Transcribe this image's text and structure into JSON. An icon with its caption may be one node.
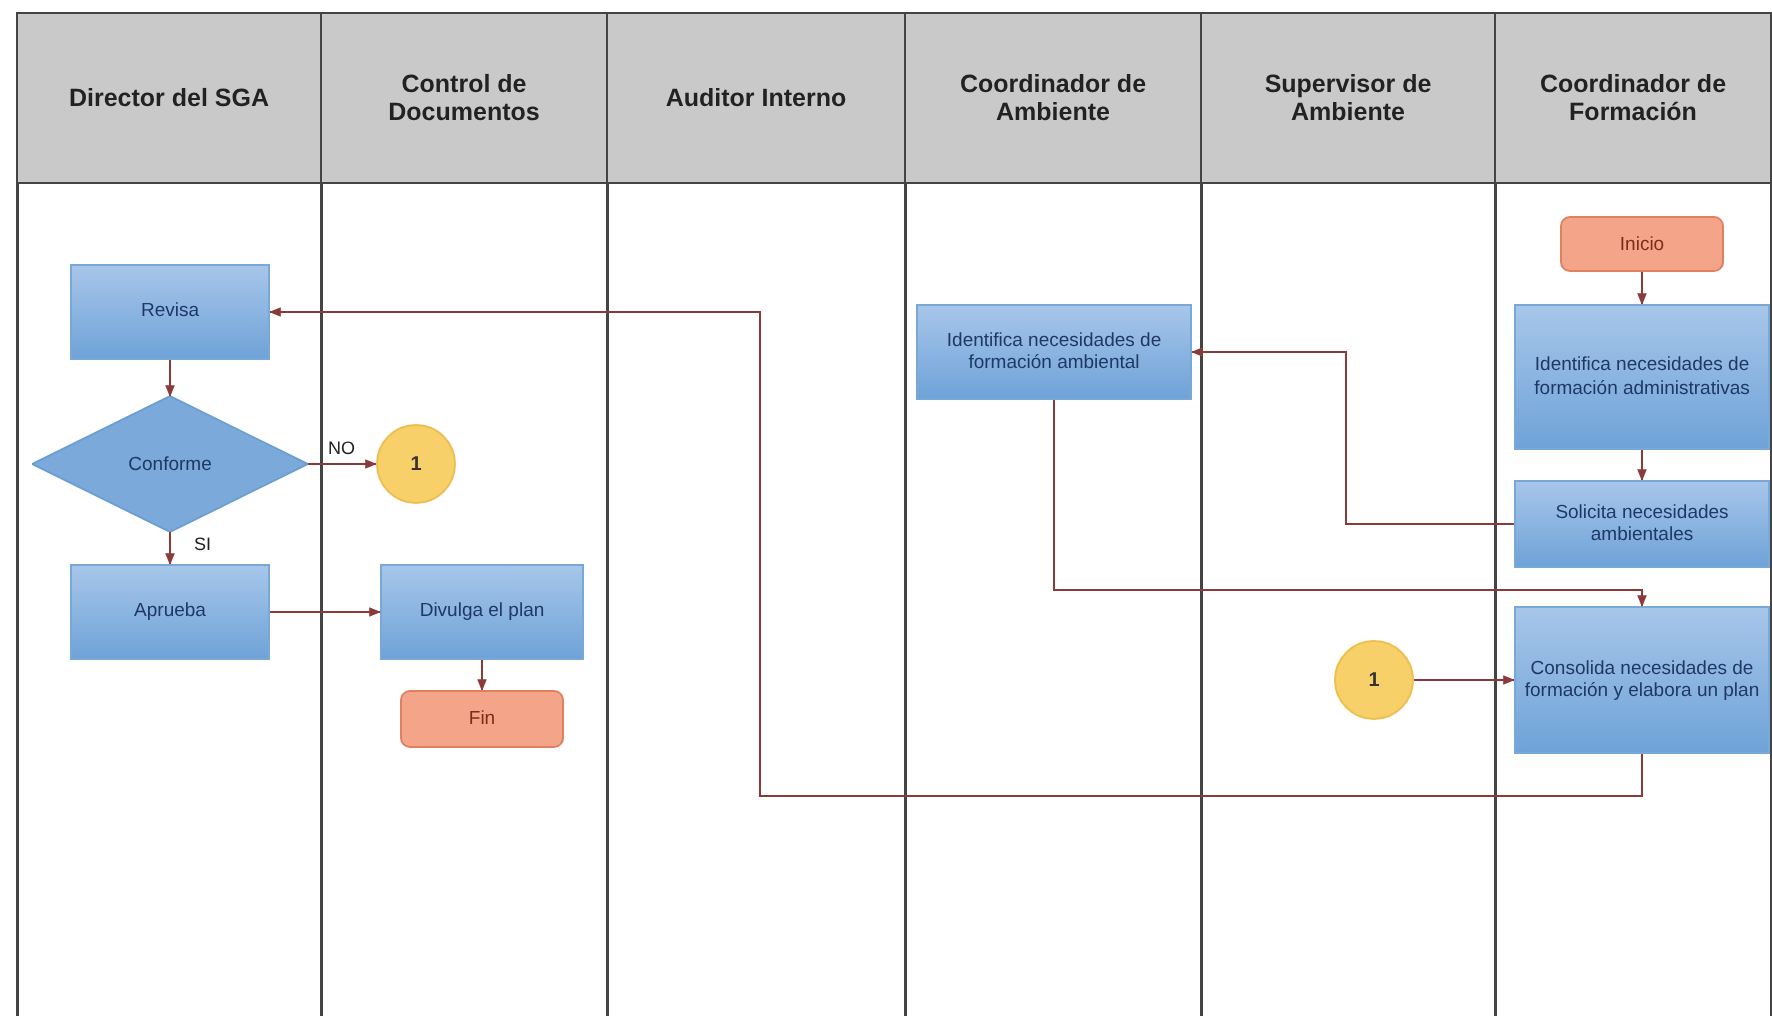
{
  "diagram": {
    "nodes": [
      {
        "text": [
          "Director del SGA"
        ]
      },
      {
        "text": [
          "Control de Documentos"
        ]
      },
      {
        "text": [
          "Auditor Interno"
        ]
      },
      {
        "text": [
          "Coordinador de Ambiente"
        ]
      },
      {
        "text": [
          "Supervisor de Ambiente"
        ]
      },
      {
        "text": [
          "Coordinador de Formación"
        ]
      },
      {
        "text": [
          "Revisa"
        ]
      },
      {
        "text": [
          "Conforme"
        ]
      },
      {
        "text": [
          "Aprueba"
        ]
      },
      {
        "text": [
          "1"
        ]
      },
      {
        "text": [
          "Divulga el plan"
        ]
      },
      {
        "text": [
          "Fin"
        ]
      },
      {
        "text": [
          "Identifica necesidades de formación ambiental"
        ]
      },
      {
        "text": [
          "Inicio"
        ]
      },
      {
        "text": [
          "Identifica necesidades de formación administrativas"
        ]
      },
      {
        "text": [
          "Solicita necesidades ambientales"
        ]
      },
      {
        "text": [
          "1"
        ]
      },
      {
        "text": [
          "Consolida necesidades de formación y elabora un plan"
        ]
      }
    ],
    "edges": [
      {
        "from": 13,
        "to": 14,
        "arrow": "to"
      },
      {
        "from": 14,
        "to": 15,
        "arrow": "to"
      },
      {
        "from": 15,
        "to": 12,
        "arrow": "to"
      },
      {
        "from": 12,
        "to": 17,
        "arrow": "to"
      },
      {
        "from": 16,
        "to": 17,
        "arrow": "to"
      },
      {
        "from": 17,
        "to": 6,
        "arrow": "to"
      },
      {
        "from": 6,
        "to": 7,
        "arrow": "to"
      },
      {
        "from": 7,
        "to": 9,
        "label": "NO",
        "arrow": "to"
      },
      {
        "from": 7,
        "to": 8,
        "label": "SI",
        "arrow": "to"
      },
      {
        "from": 8,
        "to": 10,
        "arrow": "to"
      },
      {
        "from": 10,
        "to": 11,
        "arrow": "to"
      }
    ]
  }
}
